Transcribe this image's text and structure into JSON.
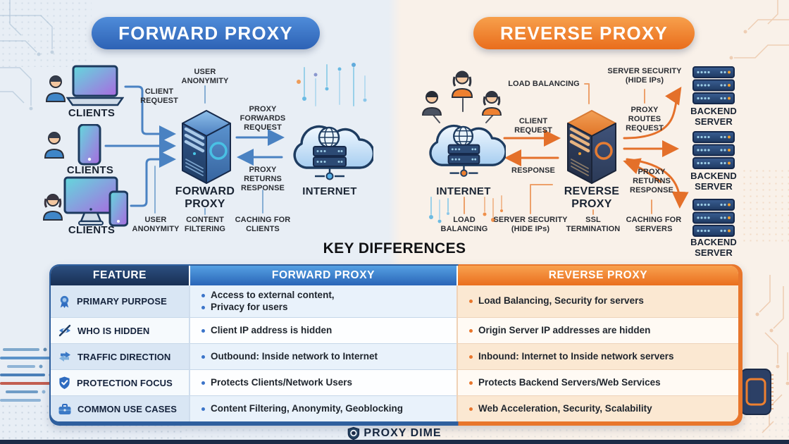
{
  "banners": {
    "forward": "FORWARD PROXY",
    "reverse": "REVERSE PROXY"
  },
  "forward_diagram": {
    "client1": "CLIENTS",
    "client2": "CLIENTS",
    "client3": "CLIENTS",
    "client_request": "CLIENT REQUEST",
    "user_anonymity_top": "USER ANONYMITY",
    "proxy_forwards_request": "PROXY FORWARDS REQUEST",
    "proxy_returns_response": "PROXY RETURNS RESPONSE",
    "proxy_label": "FORWARD PROXY",
    "internet_label": "INTERNET",
    "user_anonymity_bottom": "USER ANONYMITY",
    "content_filtering": "CONTENT FILTERING",
    "caching_for_clients": "CACHING FOR CLIENTS"
  },
  "reverse_diagram": {
    "load_balancing_top": "LOAD BALANCING",
    "client_request": "CLIENT REQUEST",
    "response": "RESPONSE",
    "internet_label": "INTERNET",
    "proxy_label": "REVERSE PROXY",
    "server_security_top": "SERVER SECURITY (HIDE IPs)",
    "proxy_routes_request": "PROXY ROUTES REQUEST",
    "proxy_returns_response": "PROXY RETURNS RESPONSE",
    "load_balancing_bottom": "LOAD BALANCING",
    "server_security_bottom": "SERVER SECURITY (HIDE IPs)",
    "ssl_termination": "SSL TERMINATION",
    "caching_for_servers": "CACHING FOR SERVERS",
    "backend1": "BACKEND SERVER",
    "backend2": "BACKEND SERVER",
    "backend3": "BACKEND SERVER"
  },
  "section_title": "KEY DIFFERENCES",
  "table": {
    "headers": [
      "FEATURE",
      "FORWARD PROXY",
      "REVERSE PROXY"
    ],
    "rows": [
      {
        "icon": "award-icon",
        "feature": "PRIMARY PURPOSE",
        "forward": [
          "Access to external content,",
          "Privacy for users"
        ],
        "reverse": [
          "Load Balancing, Security for servers"
        ]
      },
      {
        "icon": "eye-slash-icon",
        "feature": "WHO IS HIDDEN",
        "forward": [
          "Client IP address is hidden"
        ],
        "reverse": [
          "Origin Server IP addresses are hidden"
        ]
      },
      {
        "icon": "traffic-arrows-icon",
        "feature": "TRAFFIC DIRECTION",
        "forward": [
          "Outbound: Inside network to Internet"
        ],
        "reverse": [
          "Inbound: Internet to Inside network servers"
        ]
      },
      {
        "icon": "shield-check-icon",
        "feature": "PROTECTION FOCUS",
        "forward": [
          "Protects Clients/Network Users"
        ],
        "reverse": [
          "Protects Backend Servers/Web Services"
        ]
      },
      {
        "icon": "briefcase-icon",
        "feature": "COMMON USE CASES",
        "forward": [
          "Content Filtering, Anonymity, Geoblocking"
        ],
        "reverse": [
          "Web Acceleration, Security, Scalability"
        ]
      }
    ]
  },
  "footer": {
    "brand": "PROXY DIME"
  },
  "colors": {
    "forward_accent": "#2f6cc0",
    "reverse_accent": "#e8762c",
    "feature_header": "#1e3a5f",
    "background_left": "#e8eef5",
    "background_right": "#f9f1e9"
  }
}
